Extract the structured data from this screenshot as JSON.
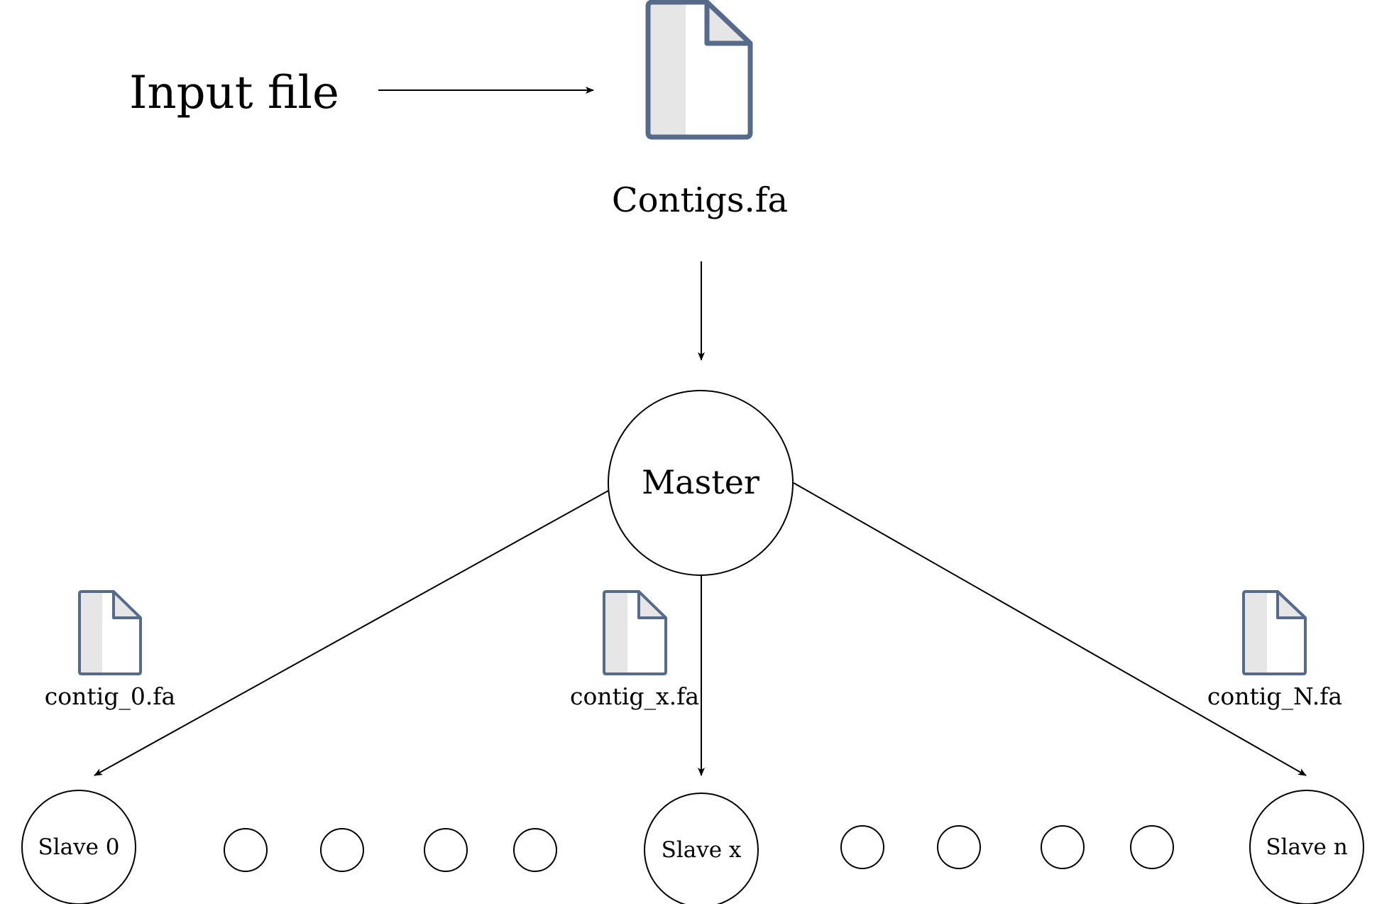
{
  "input_label": "Input file",
  "input_file": {
    "name": "Contigs.fa",
    "icon": "file-icon"
  },
  "master": {
    "label": "Master"
  },
  "split_files": [
    {
      "name": "contig_0.fa",
      "icon": "file-icon"
    },
    {
      "name": "contig_x.fa",
      "icon": "file-icon"
    },
    {
      "name": "contig_N.fa",
      "icon": "file-icon"
    }
  ],
  "slaves": [
    {
      "label": "Slave 0"
    },
    {
      "label": "Slave x"
    },
    {
      "label": "Slave n"
    }
  ],
  "colors": {
    "icon_stroke": "#566b8c",
    "icon_fill": "#e6e6e6",
    "line": "#000000"
  }
}
